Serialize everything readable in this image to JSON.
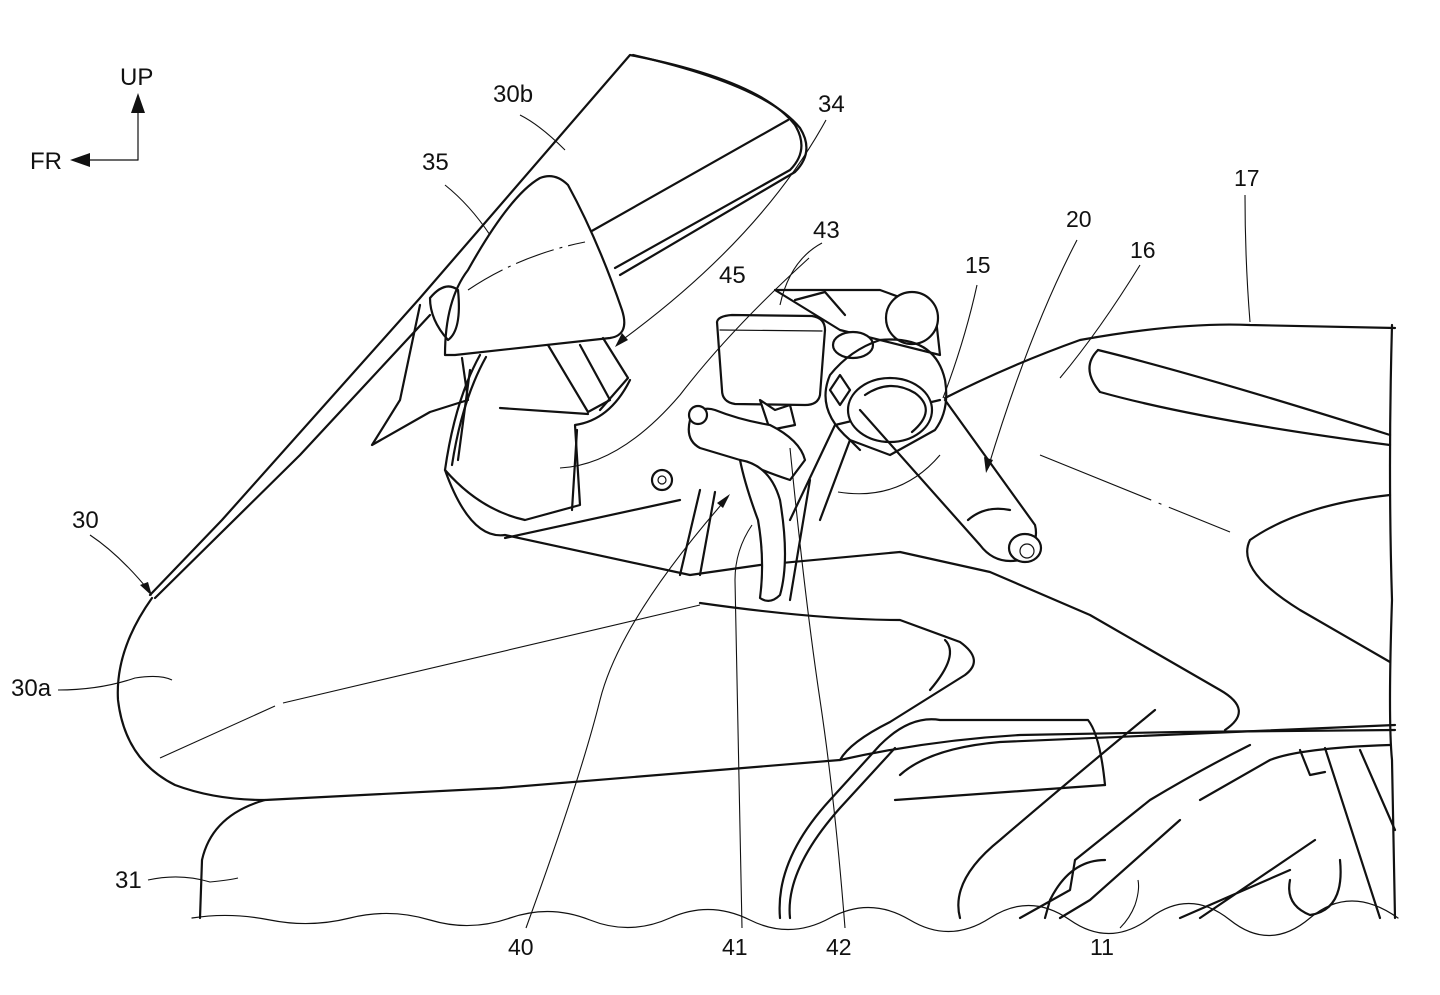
{
  "figure": {
    "type": "patent drawing",
    "subject": "motorcycle front fairing, windscreen and left handlebar with brake master cylinder and lever",
    "orientation": {
      "up_label": "UP",
      "front_label": "FR"
    },
    "labels": {
      "l30b": "30b",
      "l34": "34",
      "l35": "35",
      "l43": "43",
      "l45": "45",
      "l15": "15",
      "l20": "20",
      "l16": "16",
      "l17": "17",
      "l30": "30",
      "l30a": "30a",
      "l31": "31",
      "l40": "40",
      "l41": "41",
      "l42": "42",
      "l11": "11"
    },
    "colors": {
      "ink": "#111111",
      "paper": "#ffffff"
    }
  }
}
